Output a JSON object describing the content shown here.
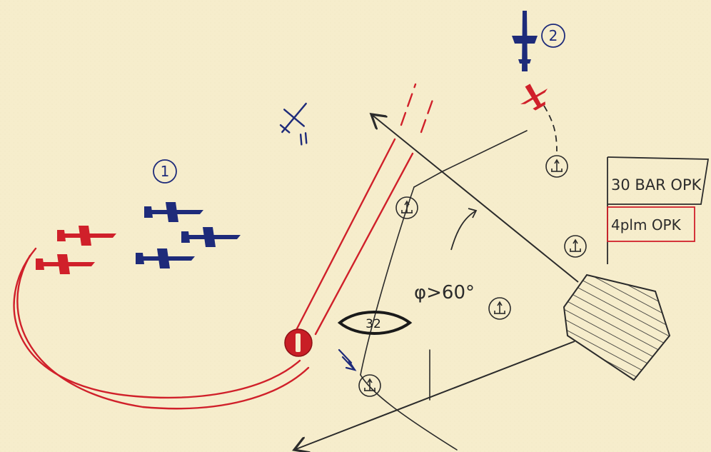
{
  "markers": {
    "group_1": "1",
    "group_2": "2",
    "target_ellipse": "32",
    "angle": "φ>60°"
  },
  "labels": {
    "bar": "30 BAR OPK",
    "plm": "4plm OPK"
  },
  "colors": {
    "paper": "#f6edcc",
    "pencil": "#2b2b2b",
    "red": "#d0202a",
    "blue": "#1e2b7a"
  }
}
